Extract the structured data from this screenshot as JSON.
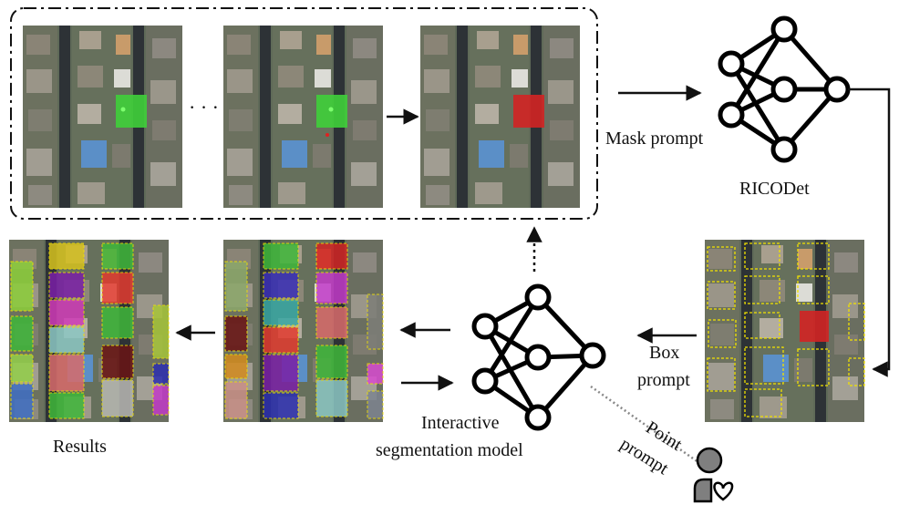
{
  "labels": {
    "mask_prompt": "Mask prompt",
    "model_name": "RICODet",
    "box_prompt_line1": "Box",
    "box_prompt_line2": "prompt",
    "point_prompt_line1": "Point",
    "point_prompt_line2": "prompt",
    "interactive_line1": "Interactive",
    "interactive_line2": "segmentation model",
    "results": "Results",
    "ellipsis": "· · ·"
  },
  "icons": [
    "neural-network-icon",
    "user-icon",
    "heart-icon",
    "arrow-icon"
  ],
  "colors": {
    "point_highlight": "#3fcf3a",
    "mask_highlight": "#d22424",
    "box_outline": "#f2e200",
    "dashed_line": "#888888",
    "arrow": "#111111"
  }
}
